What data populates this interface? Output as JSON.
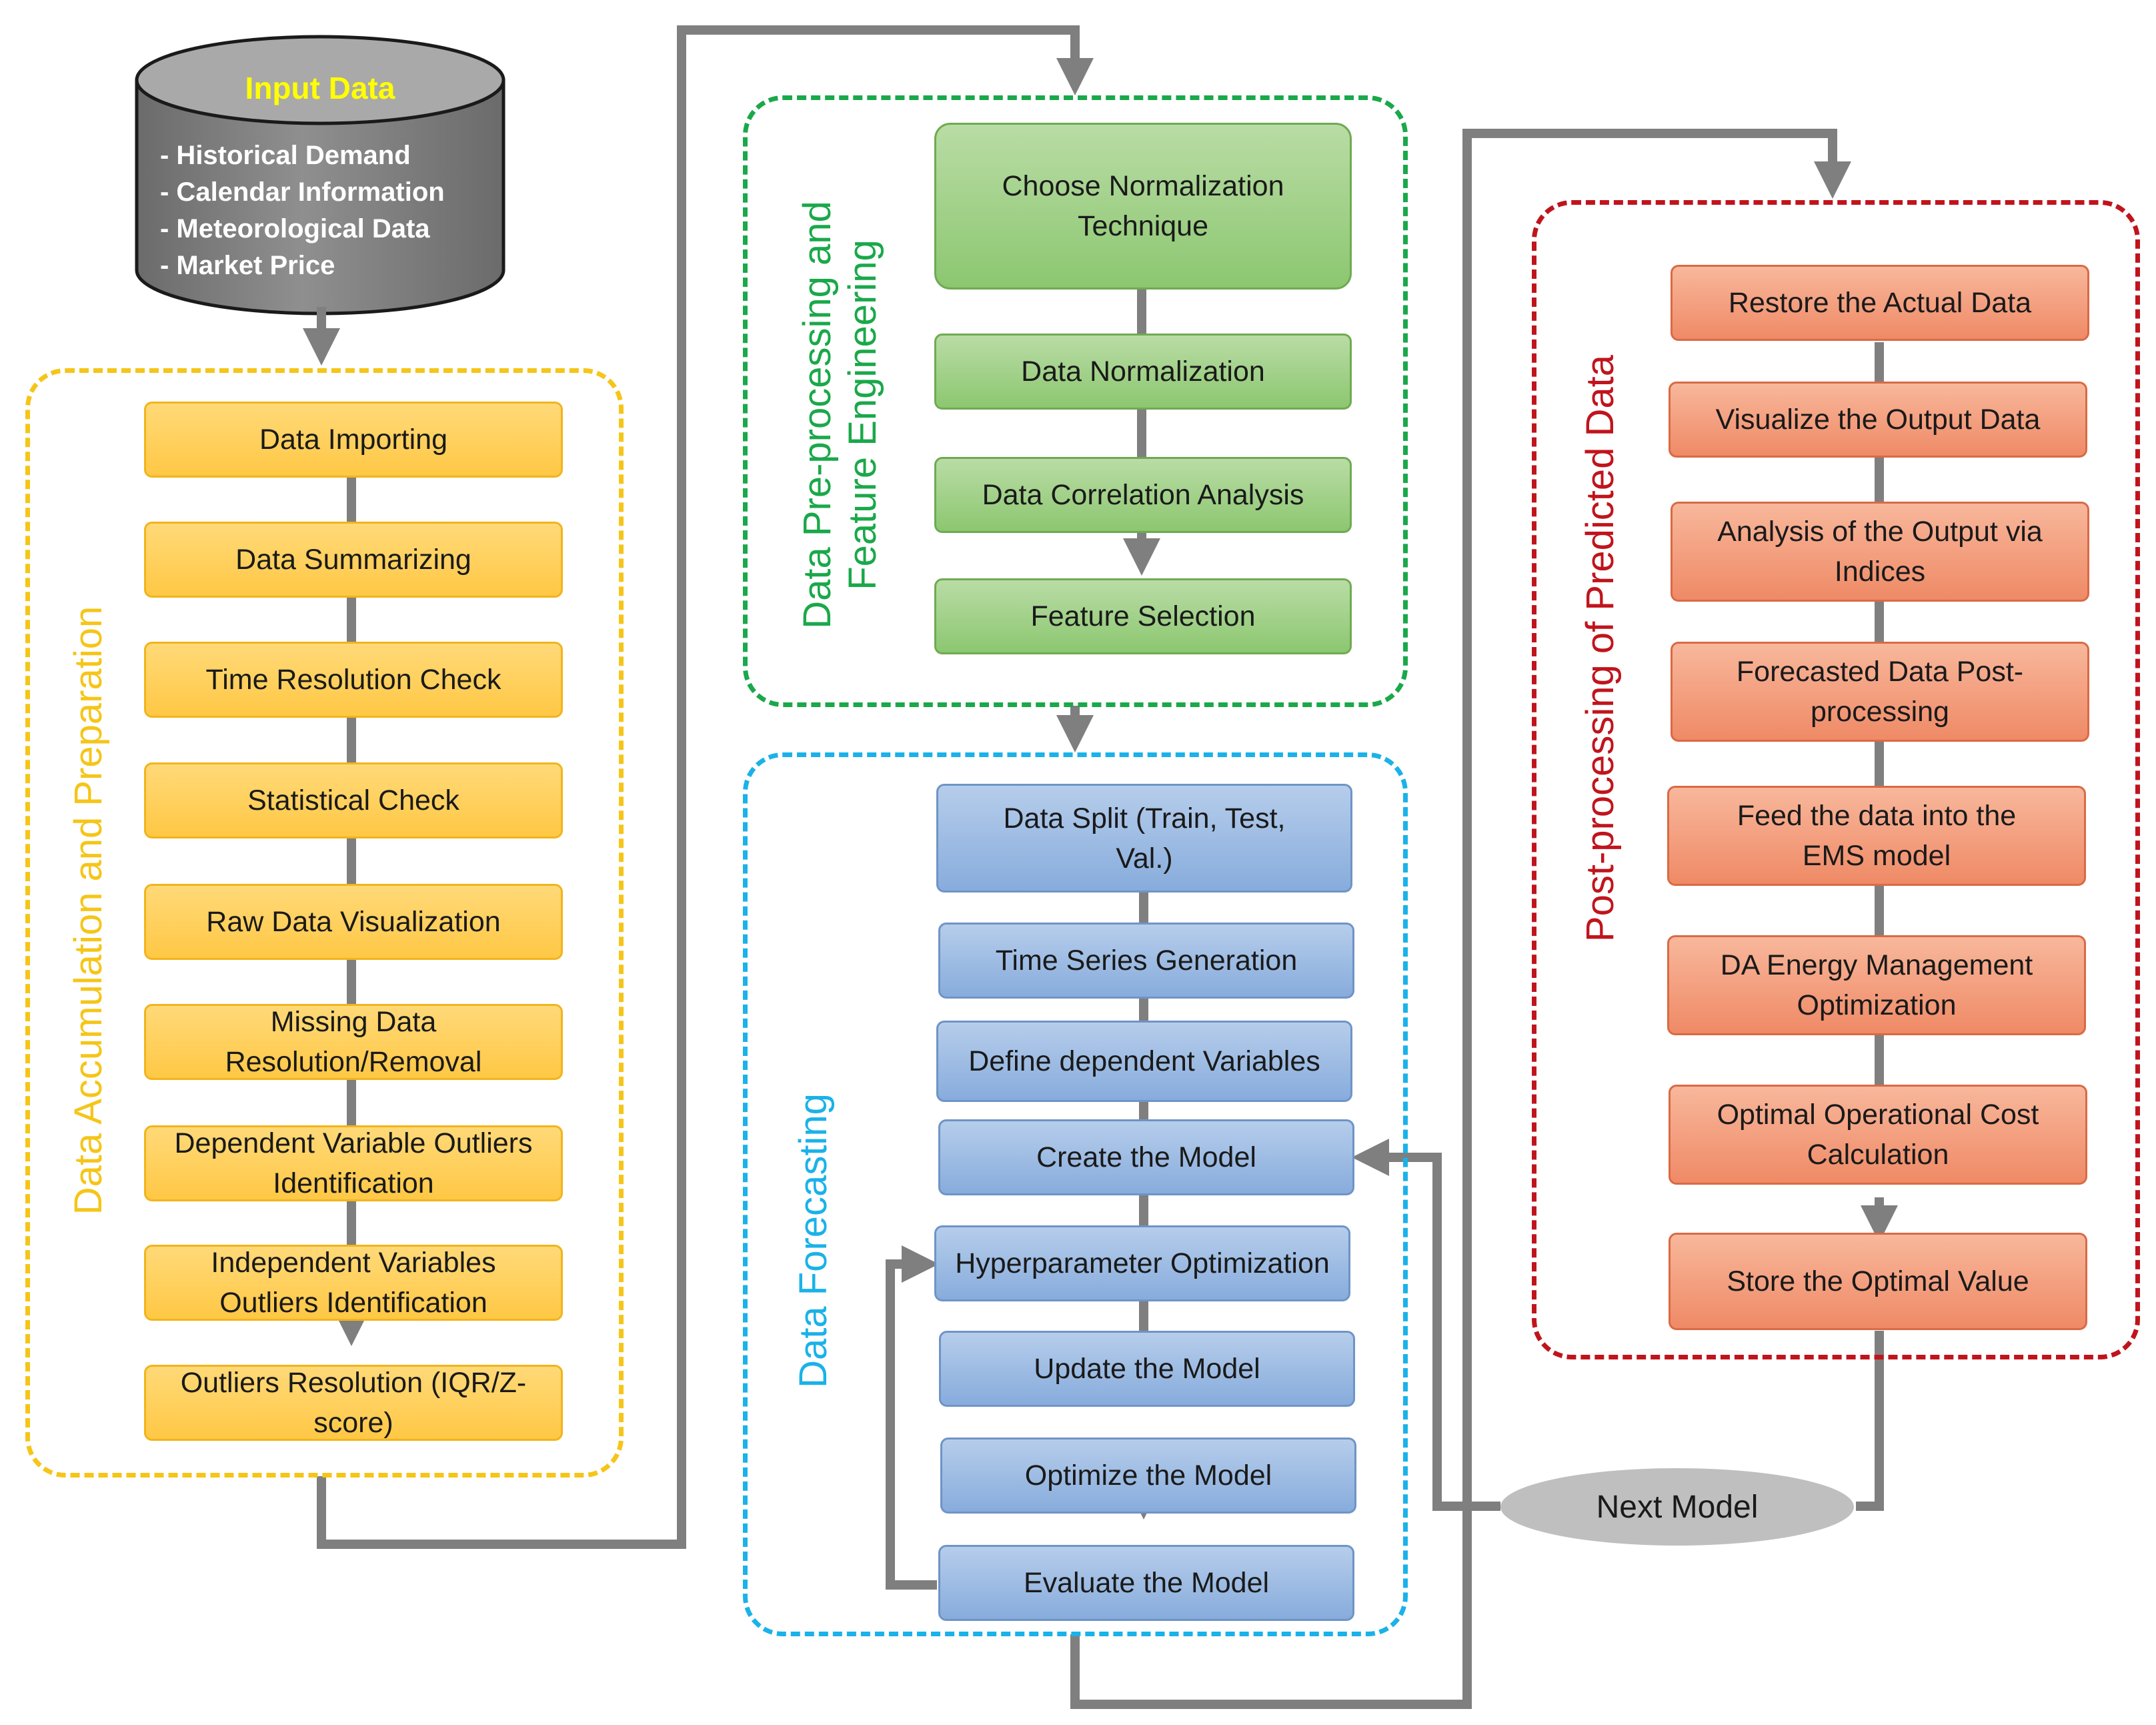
{
  "input_data": {
    "title": "Input Data",
    "items": [
      "- Historical Demand",
      "- Calendar Information",
      "- Meteorological Data",
      "- Market Price"
    ]
  },
  "accumulation": {
    "label": "Data Accumulation and Preparation",
    "steps": [
      "Data Importing",
      "Data Summarizing",
      "Time Resolution Check",
      "Statistical Check",
      "Raw Data Visualization",
      "Missing Data Resolution/Removal",
      "Dependent Variable Outliers Identification",
      "Independent Variables Outliers Identification",
      "Outliers Resolution (IQR/Z-score)"
    ]
  },
  "preprocessing": {
    "label_line1": "Data Pre-processing and",
    "label_line2": "Feature Engineering",
    "steps": [
      "Choose Normalization Technique",
      "Data Normalization",
      "Data Correlation Analysis",
      "Feature Selection"
    ]
  },
  "forecasting": {
    "label": "Data Forecasting",
    "steps": [
      "Data Split (Train, Test, Val.)",
      "Time Series Generation",
      "Define dependent Variables",
      "Create the Model",
      "Hyperparameter Optimization",
      "Update the Model",
      "Optimize the Model",
      "Evaluate the Model"
    ]
  },
  "postprocessing": {
    "label": "Post-processing of Predicted Data",
    "steps": [
      "Restore the Actual Data",
      "Visualize the Output Data",
      "Analysis of the Output via Indices",
      "Forecasted Data Post-processing",
      "Feed the data into the EMS model",
      "DA Energy Management Optimization",
      "Optimal Operational Cost Calculation",
      "Store the Optimal Value"
    ]
  },
  "next_model": "Next Model",
  "colors": {
    "accumulation": "#f5c518",
    "preprocessing": "#1aa84a",
    "forecasting": "#1ab2e8",
    "postprocessing": "#c0141c",
    "connector": "#7f7f7f"
  }
}
